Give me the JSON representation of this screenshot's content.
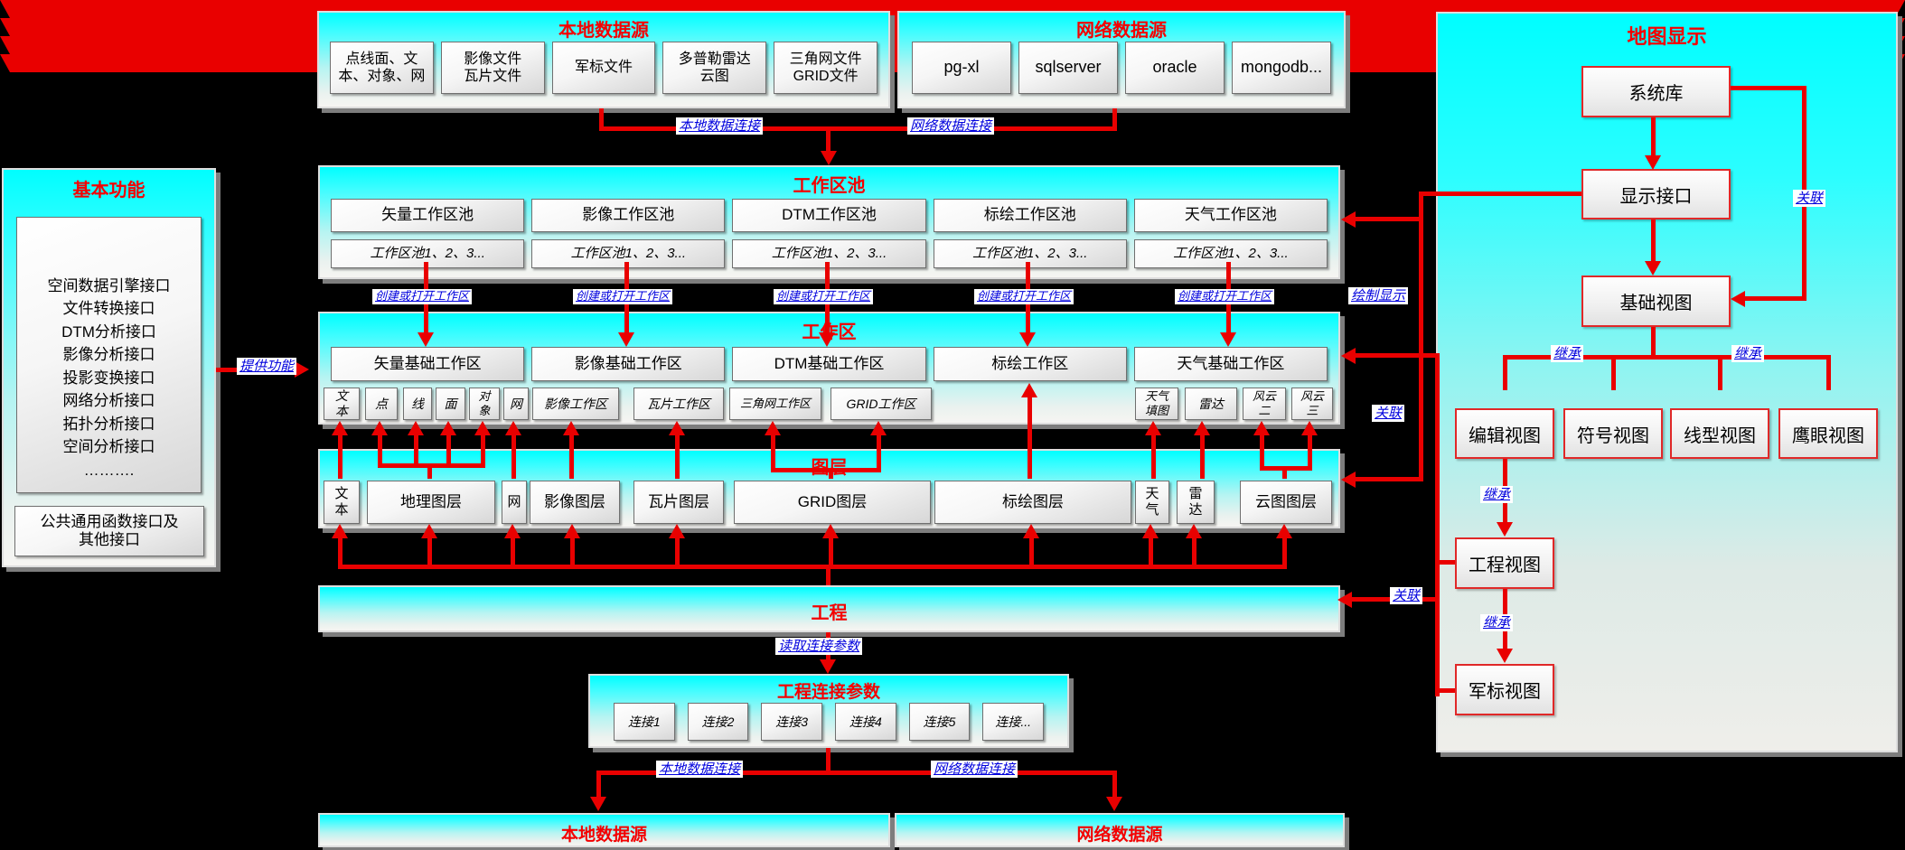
{
  "panels": {
    "top_local": {
      "title": "本地数据源",
      "items": [
        "点线面、文\n本、对象、网",
        "影像文件\n瓦片文件",
        "军标文件",
        "多普勒雷达\n云图",
        "三角网文件\nGRID文件"
      ]
    },
    "top_network": {
      "title": "网络数据源",
      "items": [
        "pg-xl",
        "sqlserver",
        "oracle",
        "mongodb..."
      ]
    },
    "basic": {
      "title": "基本功能",
      "interfaces": [
        "空间数据引擎接口",
        "文件转换接口",
        "DTM分析接口",
        "影像分析接口",
        "投影变换接口",
        "网络分析接口",
        "拓扑分析接口",
        "空间分析接口",
        "………."
      ],
      "common": "公共通用函数接口及\n其他接口"
    },
    "pool": {
      "title": "工作区池",
      "row1": [
        "矢量工作区池",
        "影像工作区池",
        "DTM工作区池",
        "标绘工作区池",
        "天气工作区池"
      ],
      "row2_item": "工作区池1、2、3..."
    },
    "workspace": {
      "title": "工作区",
      "row1": [
        "矢量基础工作区",
        "影像基础工作区",
        "DTM基础工作区",
        "标绘工作区",
        "天气基础工作区"
      ],
      "small": [
        "文\n本",
        "点",
        "线",
        "面",
        "对\n象",
        "网",
        "影像工作区",
        "瓦片工作区",
        "三角网工作区",
        "GRID工作区",
        "天气\n填图",
        "雷达",
        "风云\n二",
        "风云\n三"
      ]
    },
    "layers": {
      "title": "图层",
      "boxes": [
        "文\n本",
        "地理图层",
        "网",
        "影像图层",
        "瓦片图层",
        "GRID图层",
        "标绘图层",
        "天\n气",
        "雷\n达",
        "云图图层"
      ]
    },
    "project": {
      "title": "工程"
    },
    "conn_params": {
      "title": "工程连接参数",
      "items": [
        "连接1",
        "连接2",
        "连接3",
        "连接4",
        "连接5",
        "连接..."
      ]
    },
    "bottom_local": {
      "title": "本地数据源"
    },
    "bottom_network": {
      "title": "网络数据源"
    },
    "map": {
      "title": "地图显示",
      "nodes": {
        "syslib": "系统库",
        "display_if": "显示接口",
        "base_view": "基础视图",
        "edit_view": "编辑视图",
        "symbol_view": "符号视图",
        "line_view": "线型视图",
        "eagle_view": "鹰眼视图",
        "project_view": "工程视图",
        "military_view": "军标视图"
      }
    }
  },
  "labels": {
    "local_conn": "本地数据连接",
    "net_conn": "网络数据连接",
    "create_open": "创建或打开工作区",
    "provide": "提供功能",
    "draw_display": "绘制显示",
    "assoc": "关联",
    "inherit": "继承",
    "read_params": "读取连接参数"
  },
  "colors": {
    "accent_red": "#e90000",
    "label_blue": "#0000dd",
    "band_cyan": "#00feff",
    "background": "#000000"
  }
}
